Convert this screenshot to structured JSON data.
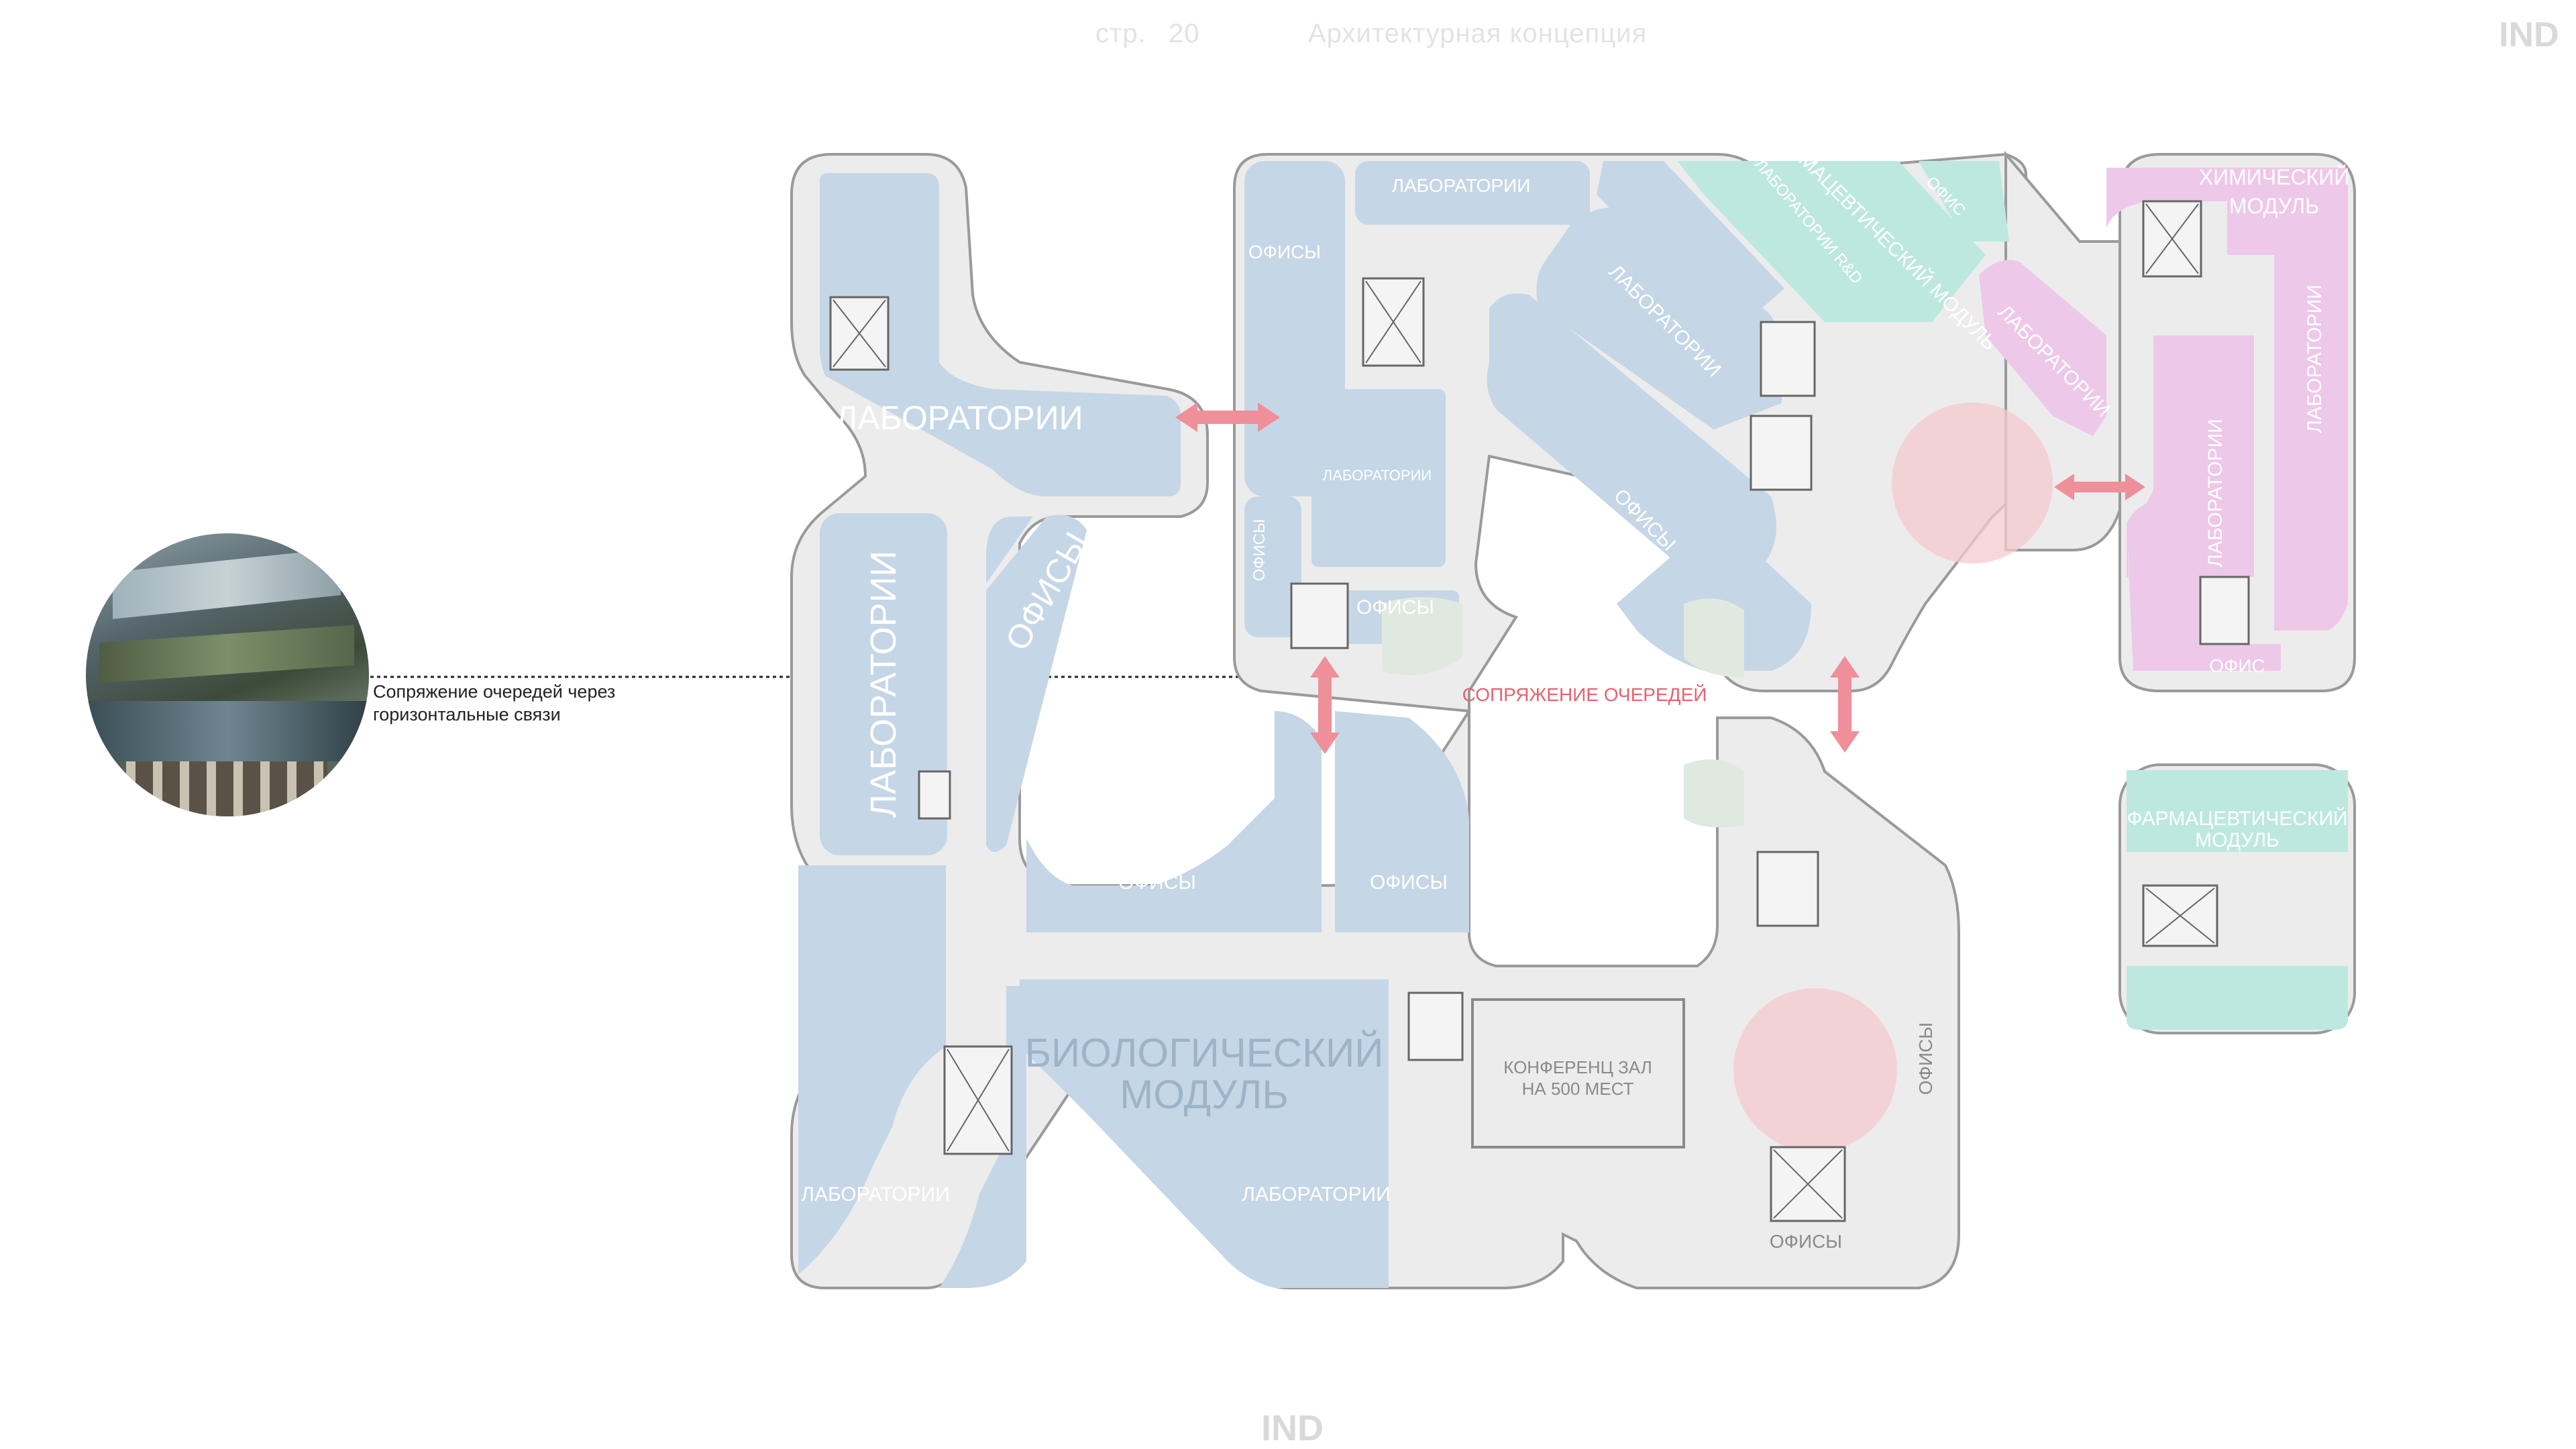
{
  "header": {
    "page_prefix": "стр.",
    "page_number": "20",
    "section_title": "Архитектурная концепция",
    "logo_top": "IND",
    "logo_bottom": "IND"
  },
  "caption": {
    "line1": "Сопряжение очередей через",
    "line2": "горизонтальные связи"
  },
  "plan_labels": {
    "lab_top_left": "ЛАБОРАТОРИИ",
    "lab_vertical": "ЛАБОРАТОРИИ",
    "offices_diag_left": "ОФИСЫ",
    "offices_top": "ОФИСЫ",
    "lab_top_center": "ЛАБОРАТОРИИ",
    "lab_center_small": "ЛАБОРАТОРИИ",
    "offices_vertical_small": "ОФИСЫ",
    "offices_mid": "ОФИСЫ",
    "lab_diag": "ЛАБОРАТОРИИ",
    "offices_diag_right": "ОФИСЫ",
    "lab_rd_diag": "ЛАБОРАТОРИИ R&D",
    "pharma_diag": "ФАРМАЦЕВТИЧЕСКИЙ МОДУЛЬ",
    "office_diag": "ОФИС",
    "chem_line1": "ХИМИЧЕСКИЙ",
    "chem_line2": "МОДУЛЬ",
    "lab_pink_diag": "ЛАБОРАТОРИИ",
    "lab_pink_v1": "ЛАБОРАТОРИИ",
    "lab_pink_v2": "ЛАБОРАТОРИИ",
    "office_pink": "ОФИС",
    "junction": "СОПРЯЖЕНИЕ ОЧЕРЕДЕЙ",
    "offices_bl": "ОФИСЫ",
    "offices_bc": "ОФИСЫ",
    "bio_line1": "БИОЛОГИЧЕСКИЙ",
    "bio_line2": "МОДУЛЬ",
    "conf_line1": "КОНФЕРЕНЦ ЗАЛ",
    "conf_line2": "НА 500 МЕСТ",
    "offices_right_v": "ОФИСЫ",
    "offices_bottom_right": "ОФИСЫ",
    "lab_bottom_left": "ЛАБОРАТОРИИ",
    "lab_bottom_center": "ЛАБОРАТОРИИ",
    "pharma2_line1": "ФАРМАЦЕВТИЧЕСКИЙ",
    "pharma2_line2": "МОДУЛЬ"
  },
  "colors": {
    "lab_blue": "#c5d6e6",
    "pharma_teal": "#bde8df",
    "chem_pink": "#eec8e8",
    "corridor": "#ececec",
    "arrow": "#ef8f99",
    "hotspot": "#f6c9cd"
  }
}
